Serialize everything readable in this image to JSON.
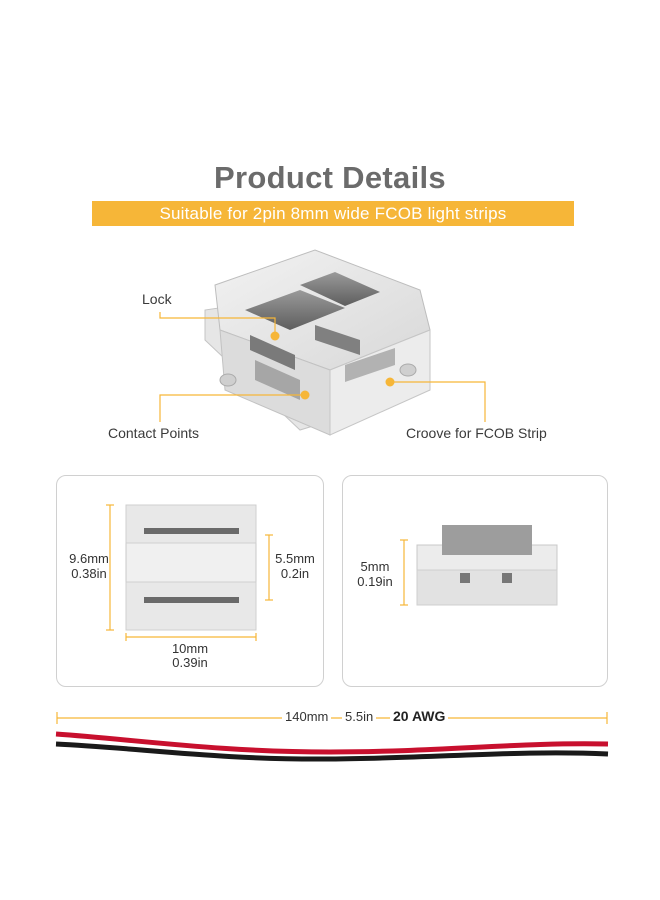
{
  "header": {
    "title": "Product Details",
    "subtitle": "Suitable for 2pin 8mm wide FCOB light strips"
  },
  "callouts": {
    "lock": "Lock",
    "contact_points": "Contact Points",
    "groove": "Croove for FCOB Strip"
  },
  "top_view": {
    "height_mm": "9.6mm",
    "height_in": "0.38in",
    "inner_mm": "5.5mm",
    "inner_in": "0.2in",
    "width_mm": "10mm",
    "width_in": "0.39in"
  },
  "side_view": {
    "height_mm": "5mm",
    "height_in": "0.19in"
  },
  "cable": {
    "length_mm": "140mm",
    "length_in": "5.5in",
    "gauge": "20 AWG"
  },
  "colors": {
    "accent": "#f6b638",
    "wire_red": "#c8102e",
    "wire_black": "#1a1a1a"
  }
}
